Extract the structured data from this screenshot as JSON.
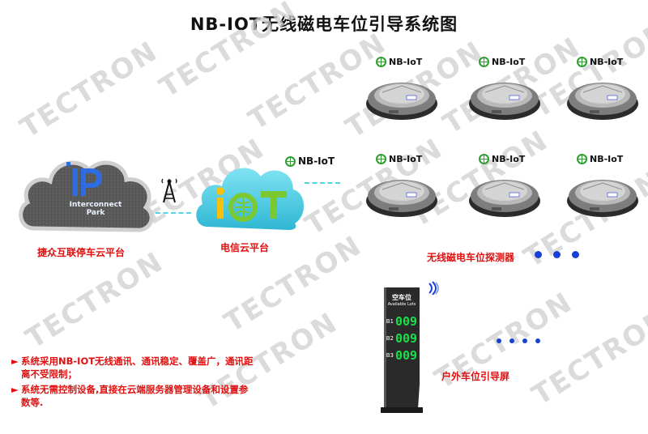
{
  "title": "NB-IOT无线磁电车位引导系统图",
  "watermark_text": "TECTRON",
  "cloud_park": {
    "line1": "Interconnect",
    "line2": "Park",
    "label": "捷众互联停车云平台"
  },
  "cloud_telecom": {
    "logo_text": "IOT",
    "label": "电信云平台"
  },
  "nb_badge_text": "NB-IoT",
  "sensors": {
    "label": "无线磁电车位探测器",
    "count": 6
  },
  "sign": {
    "title": "空车位",
    "subtitle": "Available Lots",
    "rows": [
      {
        "floor": "B1",
        "value": "009"
      },
      {
        "floor": "B2",
        "value": "009"
      },
      {
        "floor": "B3",
        "value": "009"
      }
    ],
    "label": "户外车位引导屏"
  },
  "notes": [
    "系统采用NB-IOT无线通讯、通讯稳定、覆盖广，通讯距离不受限制；",
    "系统无需控制设备,直接在云端服务器管理设备和设置参数等."
  ],
  "colors": {
    "label_red": "#e01010",
    "dot_blue": "#1a3fd6",
    "dash_cyan": "#4fd4e8",
    "led_green": "#19e04a",
    "park_blue": "#2d6de0",
    "iot_green": "#7cc832",
    "iot_yellow": "#f4c20d"
  }
}
